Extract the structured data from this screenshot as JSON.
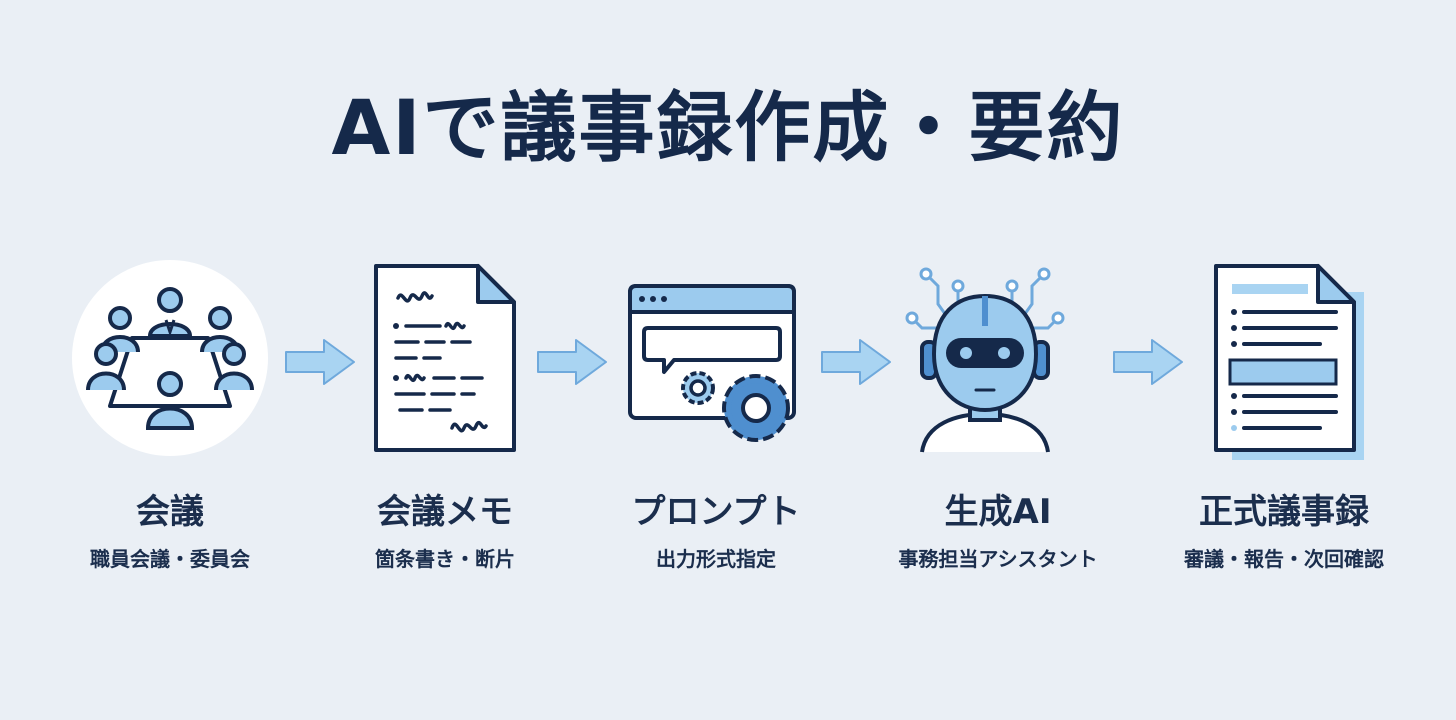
{
  "title": "AIで議事録作成・要約",
  "colors": {
    "background": "#eaeff5",
    "navy": "#15294a",
    "light_blue": "#9ccbee",
    "mid_blue": "#4f8fcf",
    "arrow_fill": "#a9d4f2"
  },
  "steps": [
    {
      "label": "会議",
      "sub": "職員会議・委員会",
      "icon": "meeting-icon"
    },
    {
      "label": "会議メモ",
      "sub": "箇条書き・断片",
      "icon": "notes-document-icon"
    },
    {
      "label": "プロンプト",
      "sub": "出力形式指定",
      "icon": "prompt-window-gear-icon"
    },
    {
      "label": "生成AI",
      "sub": "事務担当アシスタント",
      "icon": "robot-icon"
    },
    {
      "label": "正式議事録",
      "sub": "審議・報告・次回確認",
      "icon": "formal-document-icon"
    }
  ]
}
